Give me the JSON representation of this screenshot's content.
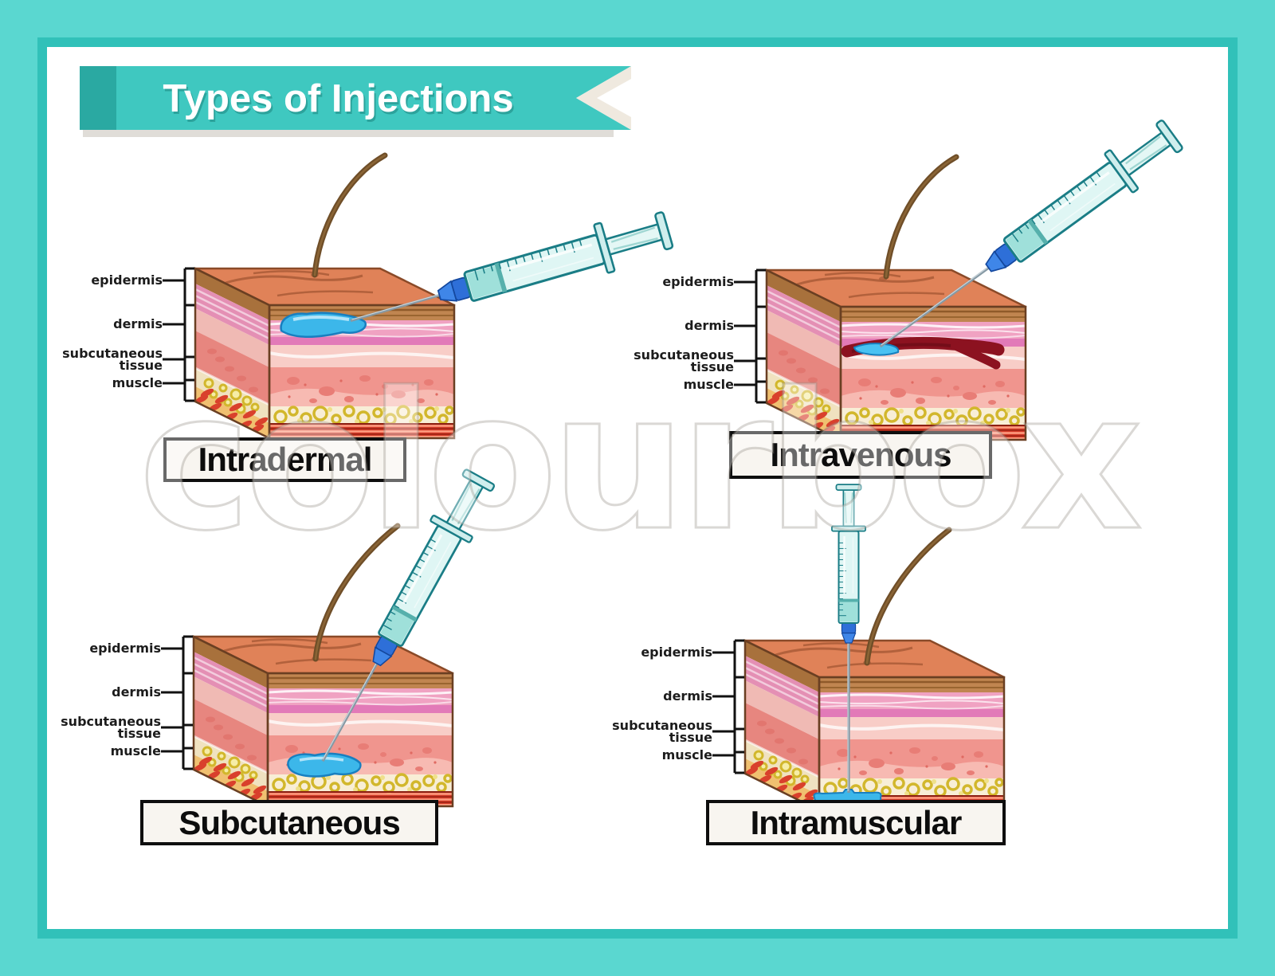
{
  "title": {
    "text": "Types of Injections"
  },
  "watermark": {
    "text": "colourbox"
  },
  "layer_labels": {
    "epidermis": "epidermis",
    "dermis": "dermis",
    "subcutaneous": "subcutaneous",
    "tissue": "tissue",
    "muscle": "muscle"
  },
  "panels": [
    {
      "id": "intradermal",
      "caption": "Intradermal",
      "injection_site": "dermis"
    },
    {
      "id": "intravenous",
      "caption": "Intravenous",
      "injection_site": "vein"
    },
    {
      "id": "subcutaneous",
      "caption": "Subcutaneous",
      "injection_site": "subcutaneous tissue"
    },
    {
      "id": "intramuscular",
      "caption": "Intramuscular",
      "injection_site": "muscle"
    }
  ],
  "colors": {
    "frame": "#5ad7d0",
    "frame_border": "#31c1b9",
    "banner": "#3fc8c0",
    "banner_dark": "#2aa9a2",
    "ribbon": "#efe9df",
    "fluid_blue": "#3cb7ea",
    "vein_red": "#8c1220",
    "needle_gray": "#8699a4",
    "syringe_body": "#dff6f4",
    "syringe_outline": "#1a7d86",
    "hub_blue": "#3f86e8",
    "skin_top": "#e08258",
    "epidermis_tan": "#c08550",
    "epidermis_pink": "#f0a2c2",
    "dermis_pink": "#f0958e",
    "fat_cream": "#f8eed6",
    "fat_ring": "#d2b72c",
    "muscle_red": "#d43b28",
    "label_text": "#1c1c1c",
    "caption_bg": "#f8f5f0",
    "caption_border": "#0e0e0e",
    "title_text": "#ffffff"
  }
}
